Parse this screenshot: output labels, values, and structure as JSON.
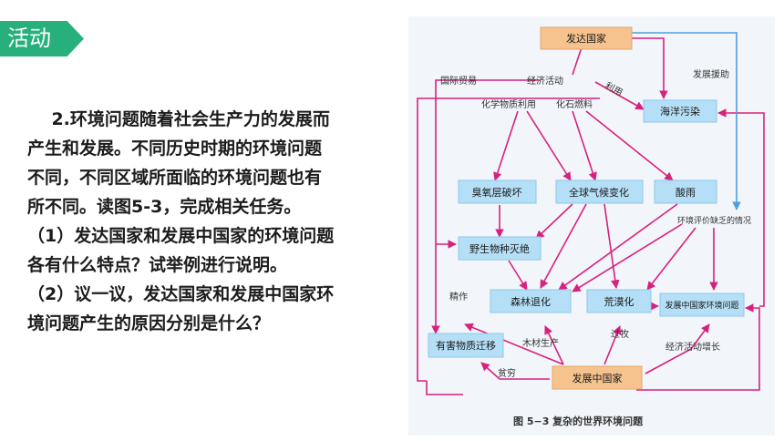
{
  "header": {
    "tag": "活动"
  },
  "text": {
    "lines": [
      "    2.环境问题随着社会生产力的发展而",
      "产生和发展。不同历史时期的环境问题",
      "不同，不同区域所面临的环境问题也有",
      "所不同。读图5-3，完成相关任务。",
      "（1）发达国家和发展中国家的环境问题",
      "各有什么特点？试举例进行说明。",
      "（2）议一议，发达国家和发展中国家环",
      "境问题产生的原因分别是什么？"
    ]
  },
  "figure": {
    "colors": {
      "orange": "#f6c28e",
      "blue": "#b5dff6",
      "arrow": "#d6227f",
      "blue_arrow": "#4f9ee0"
    },
    "boxes": {
      "developed": "发达国家",
      "ocean": "海洋污染",
      "ozone": "臭氧层破坏",
      "climate": "全球气候变化",
      "acid": "酸雨",
      "wildlife": "野生物种灭绝",
      "forest": "森林退化",
      "desert": "荒漠化",
      "dev_problem": "发展中国家环境问题",
      "hazard": "有害物质迁移",
      "developing": "发展中国家"
    },
    "labels": {
      "trade": "国际贸易",
      "economy": "经济活动",
      "use": "利用",
      "aid": "发展援助",
      "chem": "化学物质利用",
      "fossil": "化石燃料",
      "eia": "环境评价缺乏的情况",
      "farming": "精作",
      "timber": "木材生产",
      "graze": "过牧",
      "growth": "经济活动增长",
      "poverty": "贫穷"
    },
    "caption": "图 5−3    复杂的世界环境问题"
  }
}
